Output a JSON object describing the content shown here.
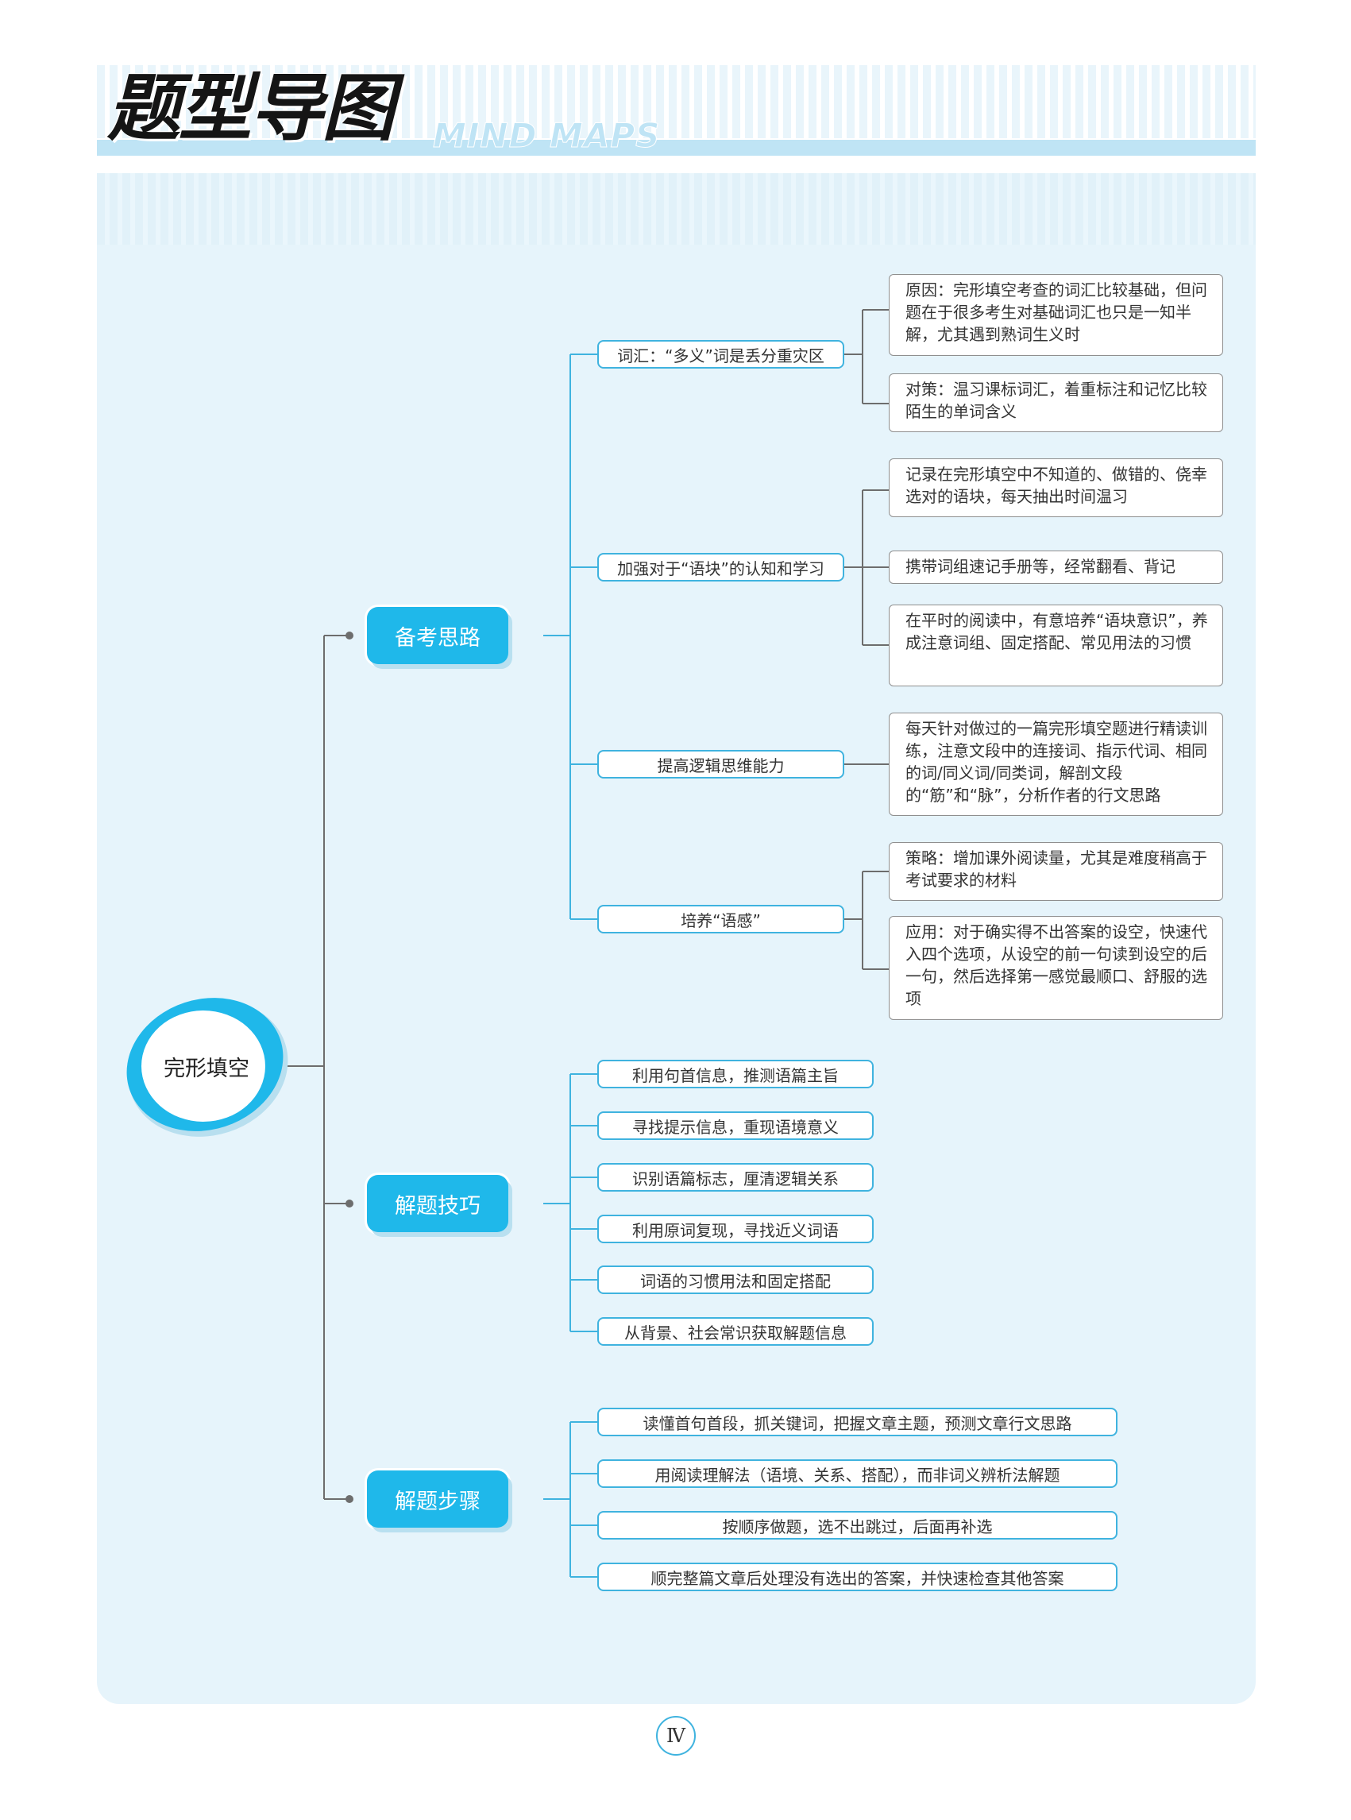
{
  "header": {
    "title": "题型导图",
    "subtitle": "MIND MAPS"
  },
  "root": {
    "label": "完形填空"
  },
  "branches": [
    {
      "label": "备考思路"
    },
    {
      "label": "解题技巧"
    },
    {
      "label": "解题步骤"
    }
  ],
  "prep": {
    "topics": [
      "词汇：“多义”词是丢分重灾区",
      "加强对于“语块”的认知和学习",
      "提高逻辑思维能力",
      "培养“语感”"
    ],
    "details": [
      "原因：完形填空考查的词汇比较基础，但问题在于很多考生对基础词汇也只是一知半解，尤其遇到熟词生义时",
      "对策：温习课标词汇，着重标注和记忆比较陌生的单词含义",
      "记录在完形填空中不知道的、做错的、侥幸选对的语块，每天抽出时间温习",
      "携带词组速记手册等，经常翻看、背记",
      "在平时的阅读中，有意培养“语块意识”，养成注意词组、固定搭配、常见用法的习惯",
      "每天针对做过的一篇完形填空题进行精读训练，注意文段中的连接词、指示代词、相同的词/同义词/同类词，解剖文段的“筋”和“脉”，分析作者的行文思路",
      "策略：增加课外阅读量，尤其是难度稍高于考试要求的材料",
      "应用：对于确实得不出答案的设空，快速代入四个选项，从设空的前一句读到设空的后一句，然后选择第一感觉最顺口、舒服的选项"
    ]
  },
  "skills": [
    "利用句首信息，推测语篇主旨",
    "寻找提示信息，重现语境意义",
    "识别语篇标志，厘清逻辑关系",
    "利用原词复现，寻找近义词语",
    "词语的习惯用法和固定搭配",
    "从背景、社会常识获取解题信息"
  ],
  "steps": [
    "读懂首句首段，抓关键词，把握文章主题，预测文章行文思路",
    "用阅读理解法（语境、关系、搭配），而非词义辨析法解题",
    "按顺序做题，选不出跳过，后面再补选",
    "顺完整篇文章后处理没有选出的答案，并快速检查其他答案"
  ],
  "page_number": "Ⅳ",
  "colors": {
    "accent": "#1fb8ea",
    "panel": "#e6f4fb",
    "line": "#3fb3df"
  }
}
